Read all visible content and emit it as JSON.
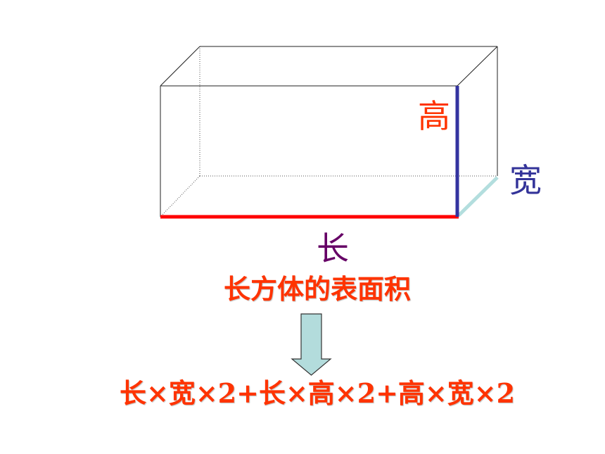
{
  "labels": {
    "height": "高",
    "width": "宽",
    "length": "长"
  },
  "title": "长方体的表面积",
  "formula": "长×宽×2+长×高×2+高×宽×2",
  "colors": {
    "height_edge": "#3333a0",
    "width_edge": "#b3dede",
    "length_edge": "#ff0000",
    "height_label": "#ff3300",
    "width_label": "#333399",
    "length_label": "#660066",
    "title": "#ff3300",
    "formula": "#ff3300",
    "arrow_fill": "#b3dcdc",
    "arrow_stroke": "#333333"
  }
}
